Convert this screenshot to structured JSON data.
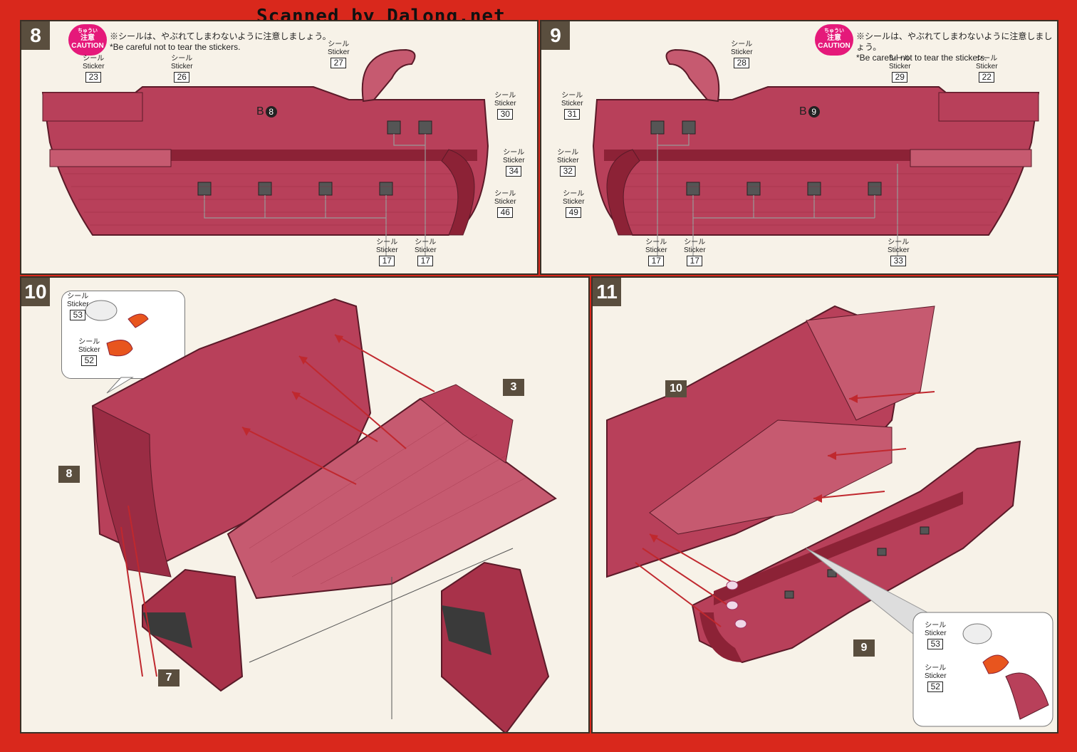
{
  "scan_credit": "Scanned by Dalong.net",
  "caution": {
    "ruby": "ちゅうい",
    "jp": "注意",
    "en": "CAUTION"
  },
  "note": {
    "jp": "※シールは、やぶれてしまわないように注意しましょう。",
    "en": "*Be careful not to tear the stickers."
  },
  "sticker_word_jp": "シール",
  "sticker_word_en": "Sticker",
  "steps": {
    "s8": {
      "number": "8",
      "part_ref": "B",
      "part_ref_num": "8",
      "stickers": [
        "23",
        "26",
        "27",
        "30",
        "34",
        "46",
        "17",
        "17"
      ]
    },
    "s9": {
      "number": "9",
      "part_ref": "B",
      "part_ref_num": "9",
      "stickers": [
        "28",
        "29",
        "22",
        "31",
        "32",
        "49",
        "17",
        "17",
        "33"
      ]
    },
    "s10": {
      "number": "10",
      "stickers": [
        "53",
        "52"
      ],
      "parts": [
        "3",
        "8",
        "7"
      ]
    },
    "s11": {
      "number": "11",
      "stickers": [
        "53",
        "52"
      ],
      "parts": [
        "10",
        "9"
      ]
    }
  },
  "colors": {
    "background": "#d9281c",
    "paper": "#f7f2e8",
    "hull": "#b8405a",
    "hull_dark": "#8c2236",
    "deck": "#c65a70",
    "accent": "#e5197a",
    "gold": "#e58a28"
  }
}
